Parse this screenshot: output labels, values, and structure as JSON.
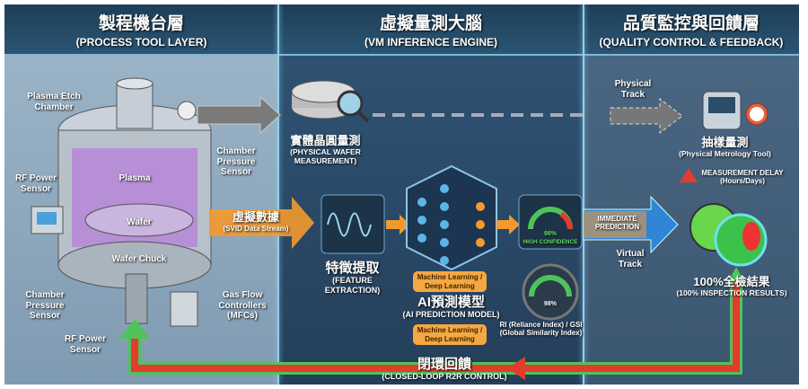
{
  "header": {
    "process": {
      "zh": "製程機台層",
      "en": "(PROCESS TOOL LAYER)"
    },
    "engine": {
      "zh": "虛擬量測大腦",
      "en": "(VM INFERENCE ENGINE)"
    },
    "quality": {
      "zh": "品質監控與回饋層",
      "en": "(QUALITY CONTROL & FEEDBACK)"
    }
  },
  "process_tool": {
    "chamber": "Plasma Etch Chamber",
    "plasma": "Plasma",
    "wafer": "Wafer",
    "chuck": "Wafer Chuck",
    "rf_sensor_top": "RF Power Sensor",
    "pressure_sensor_top": "Chamber Pressure Sensor",
    "pressure_sensor_bottom": "Chamber Pressure Sensor",
    "rf_sensor_bottom": "RF Power Sensor",
    "gas_flow": "Gas Flow Controllers (MFCs)"
  },
  "engine": {
    "svid_zh": "虛擬數據",
    "svid_en": "(SVID Data Stream)",
    "phys_meas_zh": "實體晶圓量測",
    "phys_meas_en": "(PHYSICAL WAFER MEASUREMENT)",
    "feature_zh": "特徵提取",
    "feature_en": "(FEATURE EXTRACTION)",
    "ml_badge": "Machine Learning / Deep Learning",
    "model_zh": "AI預測模型",
    "model_en": "(AI PREDICTION MODEL)",
    "confidence_value": "98%",
    "confidence_label": "HIGH CONFIDENCE",
    "ri_value": "98%",
    "ri_label": "RI (Reliance Index) / GSI (Global Similarity Index)",
    "confidence_fraction": 0.98
  },
  "quality": {
    "physical_track": "Physical Track",
    "sampling_zh": "抽樣量測",
    "sampling_en": "(Physical Metrology Tool)",
    "delay": "MEASUREMENT DELAY",
    "delay_sub": "(Hours/Days)",
    "immediate": "IMMEDIATE PREDICTION",
    "virtual_track": "Virtual Track",
    "result_zh": "100%全檢結果",
    "result_en": "(100% INSPECTION RESULTS)"
  },
  "feedback": {
    "zh": "閉環回饋",
    "en": "(CLOSED-LOOP R2R CONTROL)"
  },
  "colors": {
    "orange": "#f39a2e",
    "blue": "#2f86d6",
    "red": "#e43b2c",
    "green": "#4fc35a"
  }
}
